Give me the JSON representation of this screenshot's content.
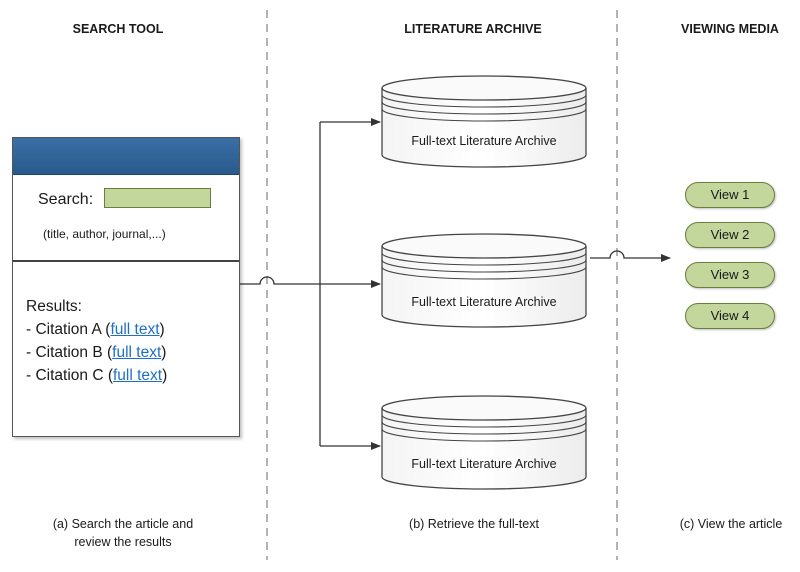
{
  "columns": {
    "search": "SEARCH TOOL",
    "archive": "LITERATURE ARCHIVE",
    "viewing": "VIEWING MEDIA"
  },
  "search_panel": {
    "search_label": "Search:",
    "search_value": "",
    "hint": "(title, author, journal,...)",
    "results_title": "Results:",
    "citations": [
      {
        "prefix": "- Citation A (",
        "link": "full text",
        "suffix": ")"
      },
      {
        "prefix": "- Citation B (",
        "link": "full text",
        "suffix": ")"
      },
      {
        "prefix": "- Citation C (",
        "link": "full text",
        "suffix": ")"
      }
    ]
  },
  "archives": [
    "Full-text Literature Archive",
    "Full-text Literature Archive",
    "Full-text Literature Archive"
  ],
  "views": [
    "View 1",
    "View 2",
    "View 3",
    "View 4"
  ],
  "captions": {
    "a_line1": "(a) Search the article and",
    "a_line2": "review the results",
    "b": "(b) Retrieve the full-text",
    "c": "(c) View the article"
  },
  "colors": {
    "titlebar": "#2f6399",
    "input_fill": "#c3d69b",
    "link": "#1f6fc5"
  }
}
